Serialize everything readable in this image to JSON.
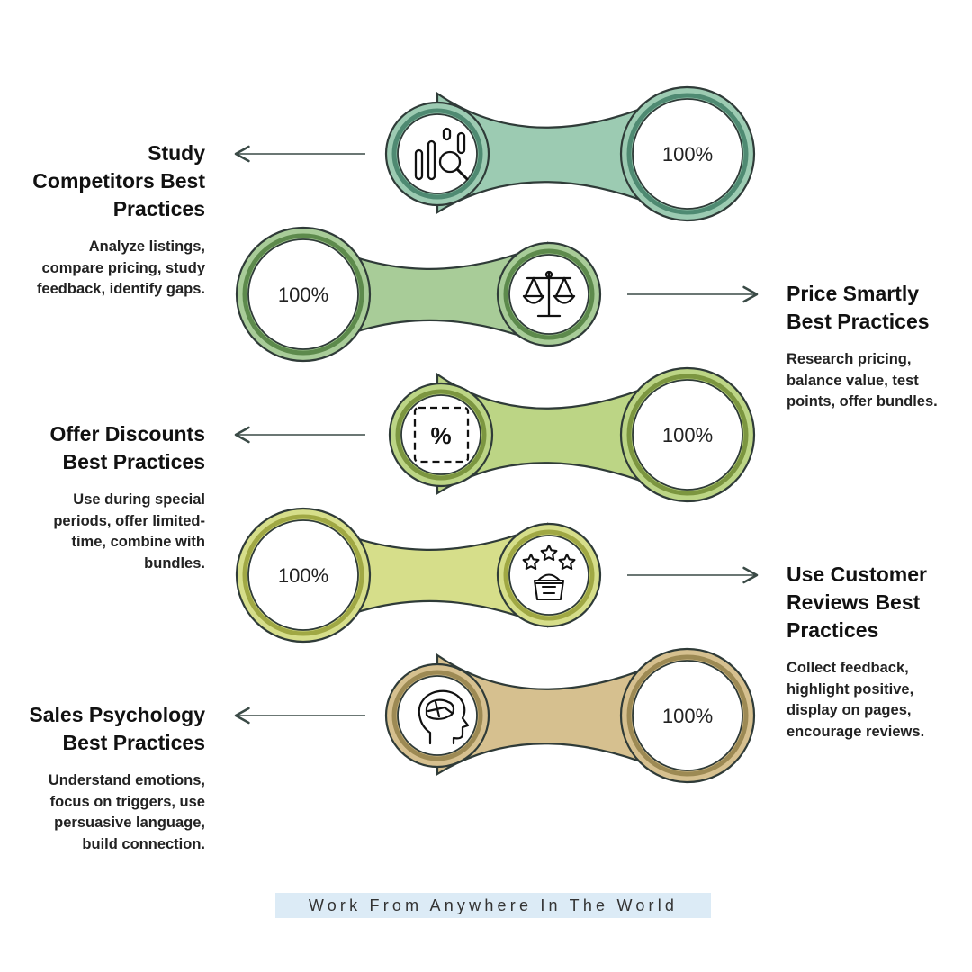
{
  "steps": [
    {
      "title": "Study Competitors Best Practices",
      "title_lines": [
        "Study",
        "Competitors Best",
        "Practices"
      ],
      "desc_lines": [
        "Analyze listings,",
        "compare pricing, study",
        "feedback, identify gaps."
      ],
      "percent": "100%",
      "icon": "magnifier-chart-icon",
      "side": "left",
      "color": "#9ccbb2",
      "rim": "#4f8a72"
    },
    {
      "title": "Price Smartly Best Practices",
      "title_lines": [
        "Price Smartly",
        "Best Practices"
      ],
      "desc_lines": [
        "Research pricing,",
        "balance value, test",
        "points, offer bundles."
      ],
      "percent": "100%",
      "icon": "scales-icon",
      "side": "right",
      "color": "#a8cc98",
      "rim": "#5d8a4c"
    },
    {
      "title": "Offer Discounts Best Practices",
      "title_lines": [
        "Offer Discounts",
        "Best Practices"
      ],
      "desc_lines": [
        "Use during special",
        "periods, offer limited-",
        "time, combine with",
        "bundles."
      ],
      "percent": "100%",
      "icon": "discount-tag-icon",
      "side": "left",
      "color": "#bcd585",
      "rim": "#7c9640"
    },
    {
      "title": "Use Customer Reviews Best Practices",
      "title_lines": [
        "Use Customer",
        "Reviews Best",
        "Practices"
      ],
      "desc_lines": [
        "Collect feedback,",
        "highlight positive,",
        "display on pages,",
        "encourage reviews."
      ],
      "percent": "100%",
      "icon": "star-basket-icon",
      "side": "right",
      "color": "#d6de8a",
      "rim": "#a0a844"
    },
    {
      "title": "Sales Psychology Best Practices",
      "title_lines": [
        "Sales Psychology",
        "Best Practices"
      ],
      "desc_lines": [
        "Understand emotions,",
        "focus on triggers, use",
        "persuasive language,",
        "build connection."
      ],
      "percent": "100%",
      "icon": "brain-head-icon",
      "side": "left",
      "color": "#d6c08f",
      "rim": "#9d8a54"
    }
  ],
  "footer": "Work From Anywhere In The World"
}
